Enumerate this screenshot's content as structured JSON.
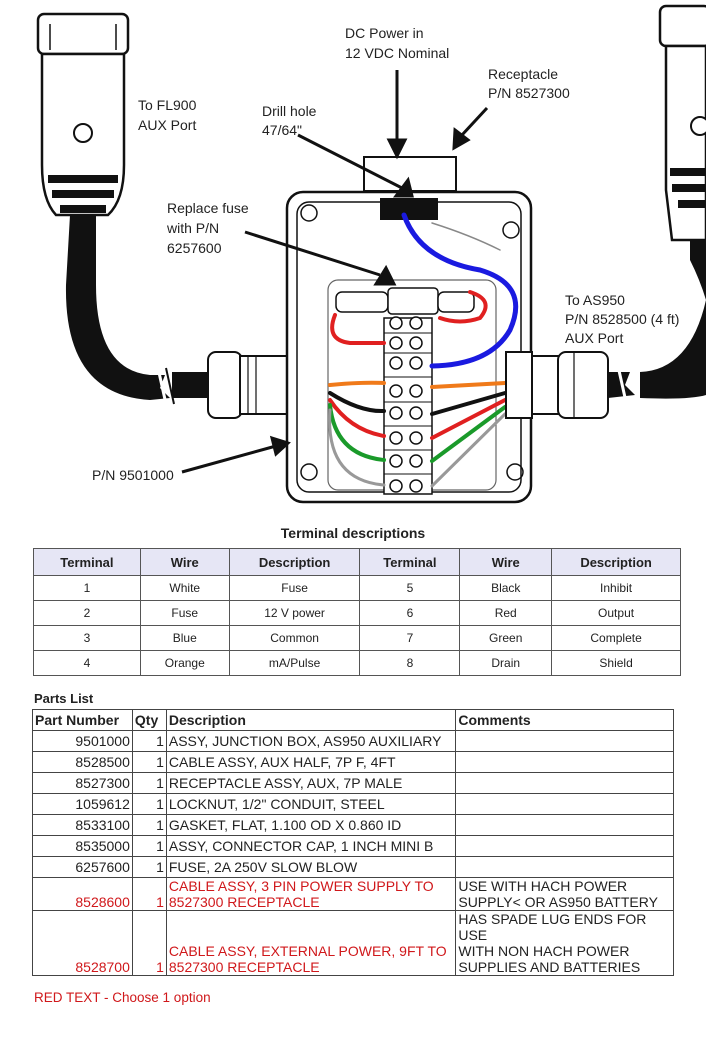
{
  "labels": {
    "fl900": [
      "To FL900",
      "AUX Port"
    ],
    "dc_power": [
      "DC Power in",
      "12 VDC Nominal"
    ],
    "receptacle": [
      "Receptacle",
      "P/N 8527300"
    ],
    "drill_hole": [
      "Drill hole",
      "47/64\""
    ],
    "fuse": [
      "Replace fuse",
      "with P/N",
      "6257600"
    ],
    "as950": [
      "To AS950",
      "P/N 8528500 (4 ft)",
      "AUX Port"
    ],
    "junction_box_pn": "P/N 9501000"
  },
  "terminal_table": {
    "title": "Terminal descriptions",
    "headers": [
      "Terminal",
      "Wire",
      "Description",
      "Terminal",
      "Wire",
      "Description"
    ],
    "rows": [
      [
        "1",
        "White",
        "Fuse",
        "5",
        "Black",
        "Inhibit"
      ],
      [
        "2",
        "Fuse",
        "12 V power",
        "6",
        "Red",
        "Output"
      ],
      [
        "3",
        "Blue",
        "Common",
        "7",
        "Green",
        "Complete"
      ],
      [
        "4",
        "Orange",
        "mA/Pulse",
        "8",
        "Drain",
        "Shield"
      ]
    ]
  },
  "parts_list": {
    "title": "Parts List",
    "headers": [
      "Part Number",
      "Qty",
      "Description",
      "Comments"
    ],
    "rows": [
      {
        "part": "9501000",
        "qty": "1",
        "desc": [
          "ASSY, JUNCTION BOX, AS950 AUXILIARY"
        ],
        "comments": [],
        "red": false
      },
      {
        "part": "8528500",
        "qty": "1",
        "desc": [
          "CABLE ASSY, AUX HALF, 7P F, 4FT"
        ],
        "comments": [],
        "red": false
      },
      {
        "part": "8527300",
        "qty": "1",
        "desc": [
          "RECEPTACLE ASSY, AUX, 7P MALE"
        ],
        "comments": [],
        "red": false
      },
      {
        "part": "1059612",
        "qty": "1",
        "desc": [
          "LOCKNUT, 1/2\" CONDUIT, STEEL"
        ],
        "comments": [],
        "red": false
      },
      {
        "part": "8533100",
        "qty": "1",
        "desc": [
          "GASKET, FLAT, 1.100 OD X 0.860 ID"
        ],
        "comments": [],
        "red": false
      },
      {
        "part": "8535000",
        "qty": "1",
        "desc": [
          "ASSY, CONNECTOR CAP, 1 INCH MINI B"
        ],
        "comments": [],
        "red": false
      },
      {
        "part": "6257600",
        "qty": "1",
        "desc": [
          "FUSE, 2A 250V SLOW BLOW"
        ],
        "comments": [],
        "red": false
      },
      {
        "part": "8528600",
        "qty": "1",
        "desc": [
          "CABLE ASSY, 3 PIN POWER SUPPLY TO",
          "8527300 RECEPTACLE"
        ],
        "comments": [
          "USE WITH HACH POWER",
          "SUPPLY< OR AS950 BATTERY"
        ],
        "red": true
      },
      {
        "part": "8528700",
        "qty": "1",
        "desc": [
          "",
          "CABLE ASSY, EXTERNAL POWER, 9FT TO",
          "8527300 RECEPTACLE"
        ],
        "comments": [
          "HAS SPADE LUG ENDS FOR USE",
          "WITH NON HACH POWER",
          "SUPPLIES AND BATTERIES"
        ],
        "red": true
      }
    ]
  },
  "footnote": "RED TEXT - Choose 1 option",
  "colors": {
    "header_fill": "#e6e6f5",
    "red_text": "#d0181b",
    "wire_blue": "#1a1ae0",
    "wire_red": "#e02020",
    "wire_orange": "#f07a1a",
    "wire_green": "#1a9a2a"
  }
}
